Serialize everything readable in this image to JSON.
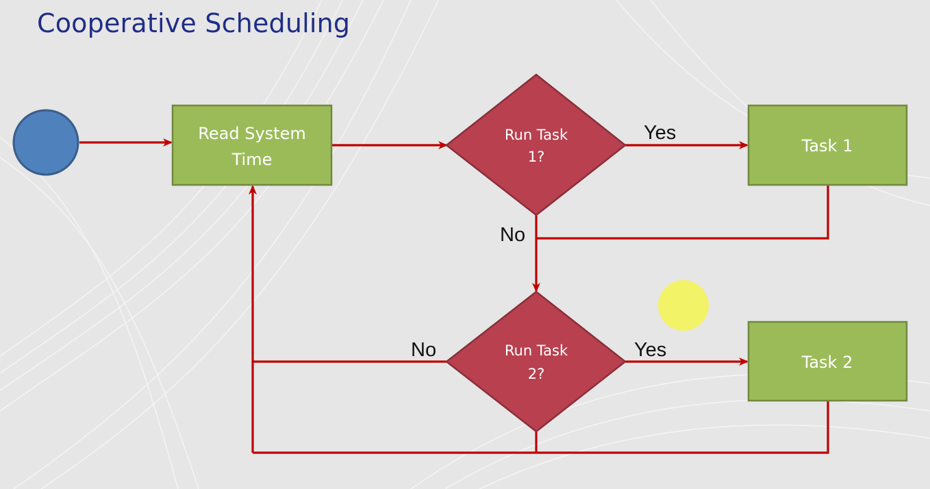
{
  "slide": {
    "title": "Cooperative Scheduling"
  },
  "colors": {
    "title": "#1f2d86",
    "background": "#e6e6e6",
    "process_fill": "#9bbb59",
    "process_stroke": "#71893f",
    "decision_fill": "#b8404f",
    "decision_stroke": "#8a2f3b",
    "start_fill": "#4f81bd",
    "start_stroke": "#385d8a",
    "arrow": "#c00000",
    "pointer": "#f4f45a"
  },
  "nodes": {
    "start": {
      "shape": "circle"
    },
    "read_time": {
      "line1": "Read System",
      "line2": "Time"
    },
    "decision1": {
      "line1": "Run Task",
      "line2": "1?"
    },
    "task1": {
      "label": "Task 1"
    },
    "decision2": {
      "line1": "Run Task",
      "line2": "2?"
    },
    "task2": {
      "label": "Task 2"
    }
  },
  "edges": {
    "d1_yes": "Yes",
    "d1_no": "No",
    "d2_yes": "Yes",
    "d2_no": "No"
  }
}
